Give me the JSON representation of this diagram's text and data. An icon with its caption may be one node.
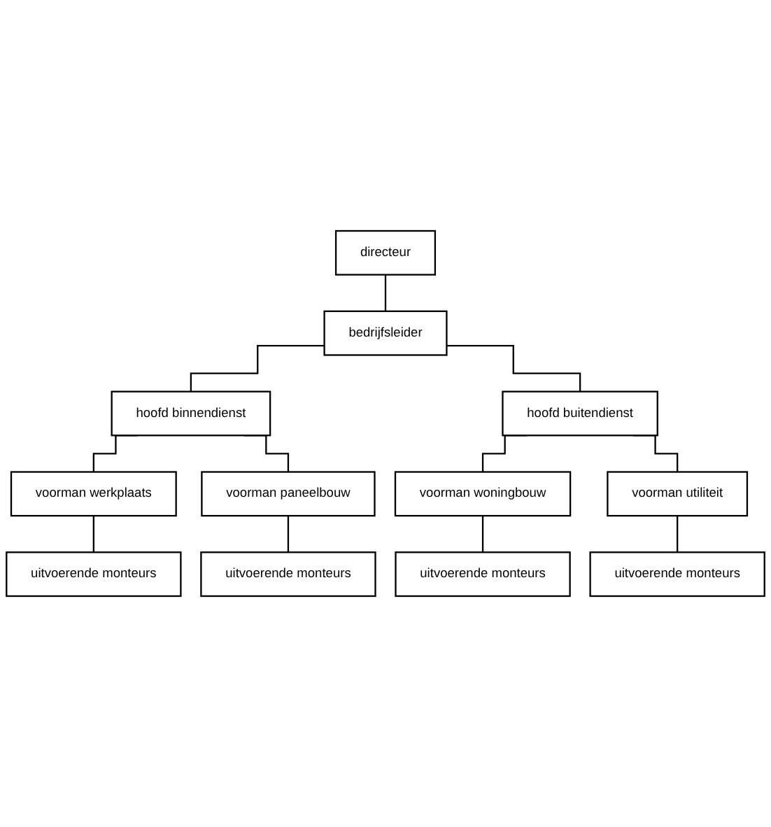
{
  "diagram": {
    "nodes": [
      {
        "text": [
          "directeur"
        ]
      },
      {
        "text": [
          "bedrijfsleider"
        ]
      },
      {
        "text": [
          "hoofd binnendienst"
        ]
      },
      {
        "text": [
          "hoofd buitendienst"
        ]
      },
      {
        "text": [
          "voorman werkplaats"
        ]
      },
      {
        "text": [
          "voorman paneelbouw"
        ]
      },
      {
        "text": [
          "voorman woningbouw"
        ]
      },
      {
        "text": [
          "voorman utiliteit"
        ]
      },
      {
        "text": [
          "uitvoerende monteurs"
        ]
      },
      {
        "text": [
          "uitvoerende monteurs"
        ]
      },
      {
        "text": [
          "uitvoerende monteurs"
        ]
      },
      {
        "text": [
          "uitvoerende monteurs"
        ]
      }
    ],
    "edges": [
      {
        "from": 0,
        "to": 1,
        "arrow": "none"
      },
      {
        "from": 1,
        "to": 2,
        "arrow": "none"
      },
      {
        "from": 1,
        "to": 3,
        "arrow": "none"
      },
      {
        "from": 2,
        "to": 4,
        "arrow": "none"
      },
      {
        "from": 2,
        "to": 5,
        "arrow": "none"
      },
      {
        "from": 3,
        "to": 6,
        "arrow": "none"
      },
      {
        "from": 3,
        "to": 7,
        "arrow": "none"
      },
      {
        "from": 4,
        "to": 8,
        "arrow": "none"
      },
      {
        "from": 5,
        "to": 9,
        "arrow": "none"
      },
      {
        "from": 6,
        "to": 10,
        "arrow": "none"
      },
      {
        "from": 7,
        "to": 11,
        "arrow": "none"
      }
    ]
  }
}
